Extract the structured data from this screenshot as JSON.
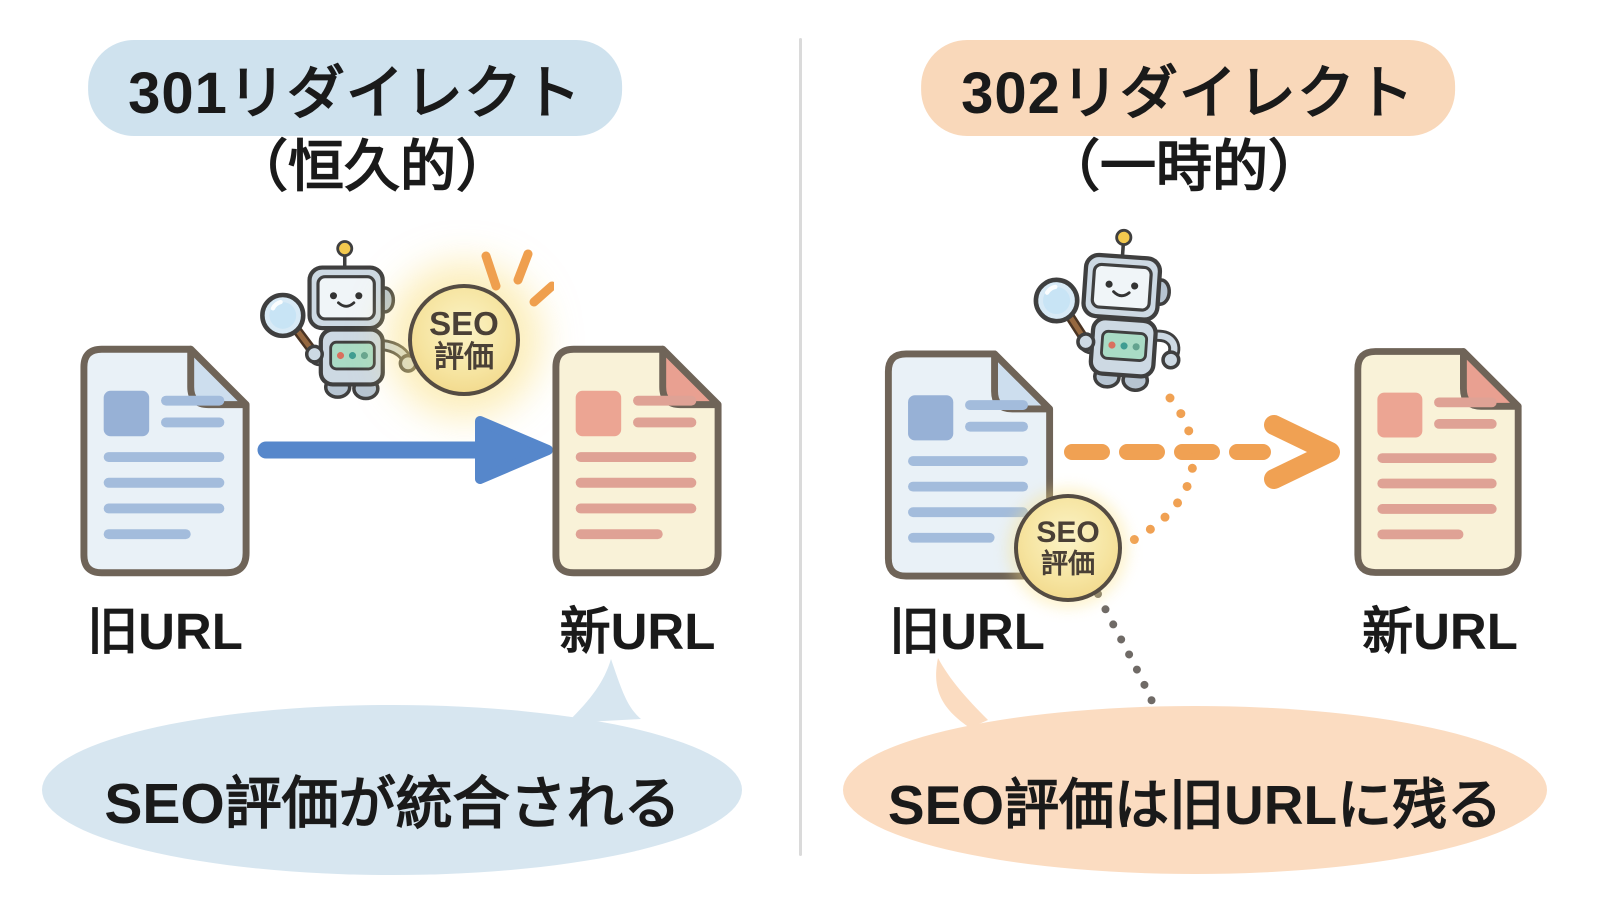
{
  "left_panel": {
    "title": "301リダイレクト",
    "subtitle": "（恒久的）",
    "old_doc_label": "旧URL",
    "new_doc_label": "新URL",
    "seo_badge": {
      "line1": "SEO",
      "line2": "評価"
    },
    "arrow_style": "solid",
    "bubble_text": "SEO評価が統合される"
  },
  "right_panel": {
    "title": "302リダイレクト",
    "subtitle": "（一時的）",
    "old_doc_label": "旧URL",
    "new_doc_label": "新URL",
    "seo_badge": {
      "line1": "SEO",
      "line2": "評価"
    },
    "arrow_style": "dashed",
    "bubble_text": "SEO評価は旧URLに残る"
  },
  "colors": {
    "background": "#ffffff",
    "divider": "#dadada",
    "text": "#1a1a1a",
    "left_accent_arrow": "#5687cb",
    "right_accent_arrow": "#f0a153",
    "left_title_bg": "#cfe2ee",
    "right_title_bg": "#f9d8ba",
    "left_bubble_bg": "#d7e6f0",
    "right_bubble_bg": "#fbdcc1",
    "seo_badge_fill": "#f6e4a0",
    "seo_badge_border": "#554c42",
    "old_doc_paper": "#e9f1f7",
    "old_doc_ink": "#9ab4d8",
    "new_doc_paper": "#f9f2d8",
    "new_doc_ink": "#e9a091",
    "robot_body": "#cdd9e3",
    "gray_dotted_trail": "#6f6a66"
  }
}
